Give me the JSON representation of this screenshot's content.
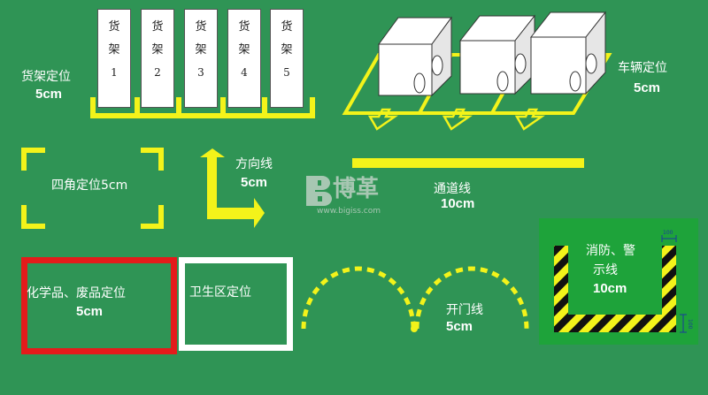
{
  "shelf_positioning": {
    "label": "货架定位",
    "size": "5cm",
    "shelves": [
      {
        "char1": "货",
        "char2": "架",
        "num": "1"
      },
      {
        "char1": "货",
        "char2": "架",
        "num": "2"
      },
      {
        "char1": "货",
        "char2": "架",
        "num": "3"
      },
      {
        "char1": "货",
        "char2": "架",
        "num": "4"
      },
      {
        "char1": "货",
        "char2": "架",
        "num": "5"
      }
    ]
  },
  "vehicle_positioning": {
    "label": "车辆定位",
    "size": "5cm"
  },
  "corner_positioning": {
    "label": "四角定位5cm"
  },
  "direction_line": {
    "label": "方向线",
    "size": "5cm"
  },
  "passage_line": {
    "label": "通道线",
    "size": "10cm"
  },
  "watermark": {
    "brand": "博革",
    "url": "www.bigiss.com"
  },
  "hazardous_positioning": {
    "label": "化学品、废品定位",
    "size": "5cm"
  },
  "sanitation_positioning": {
    "label": "卫生区定位"
  },
  "door_line": {
    "label": "开门线",
    "size": "5cm"
  },
  "fire_warning_line": {
    "label_line1": "消防、警",
    "label_line2": "示线",
    "size": "10cm",
    "dim_top": "100",
    "dim_side": "100"
  },
  "colors": {
    "background": "#2f9455",
    "line_yellow": "#f3f31a",
    "red": "#e41b1b",
    "white": "#ffffff",
    "panel_green": "#1ea33a"
  }
}
